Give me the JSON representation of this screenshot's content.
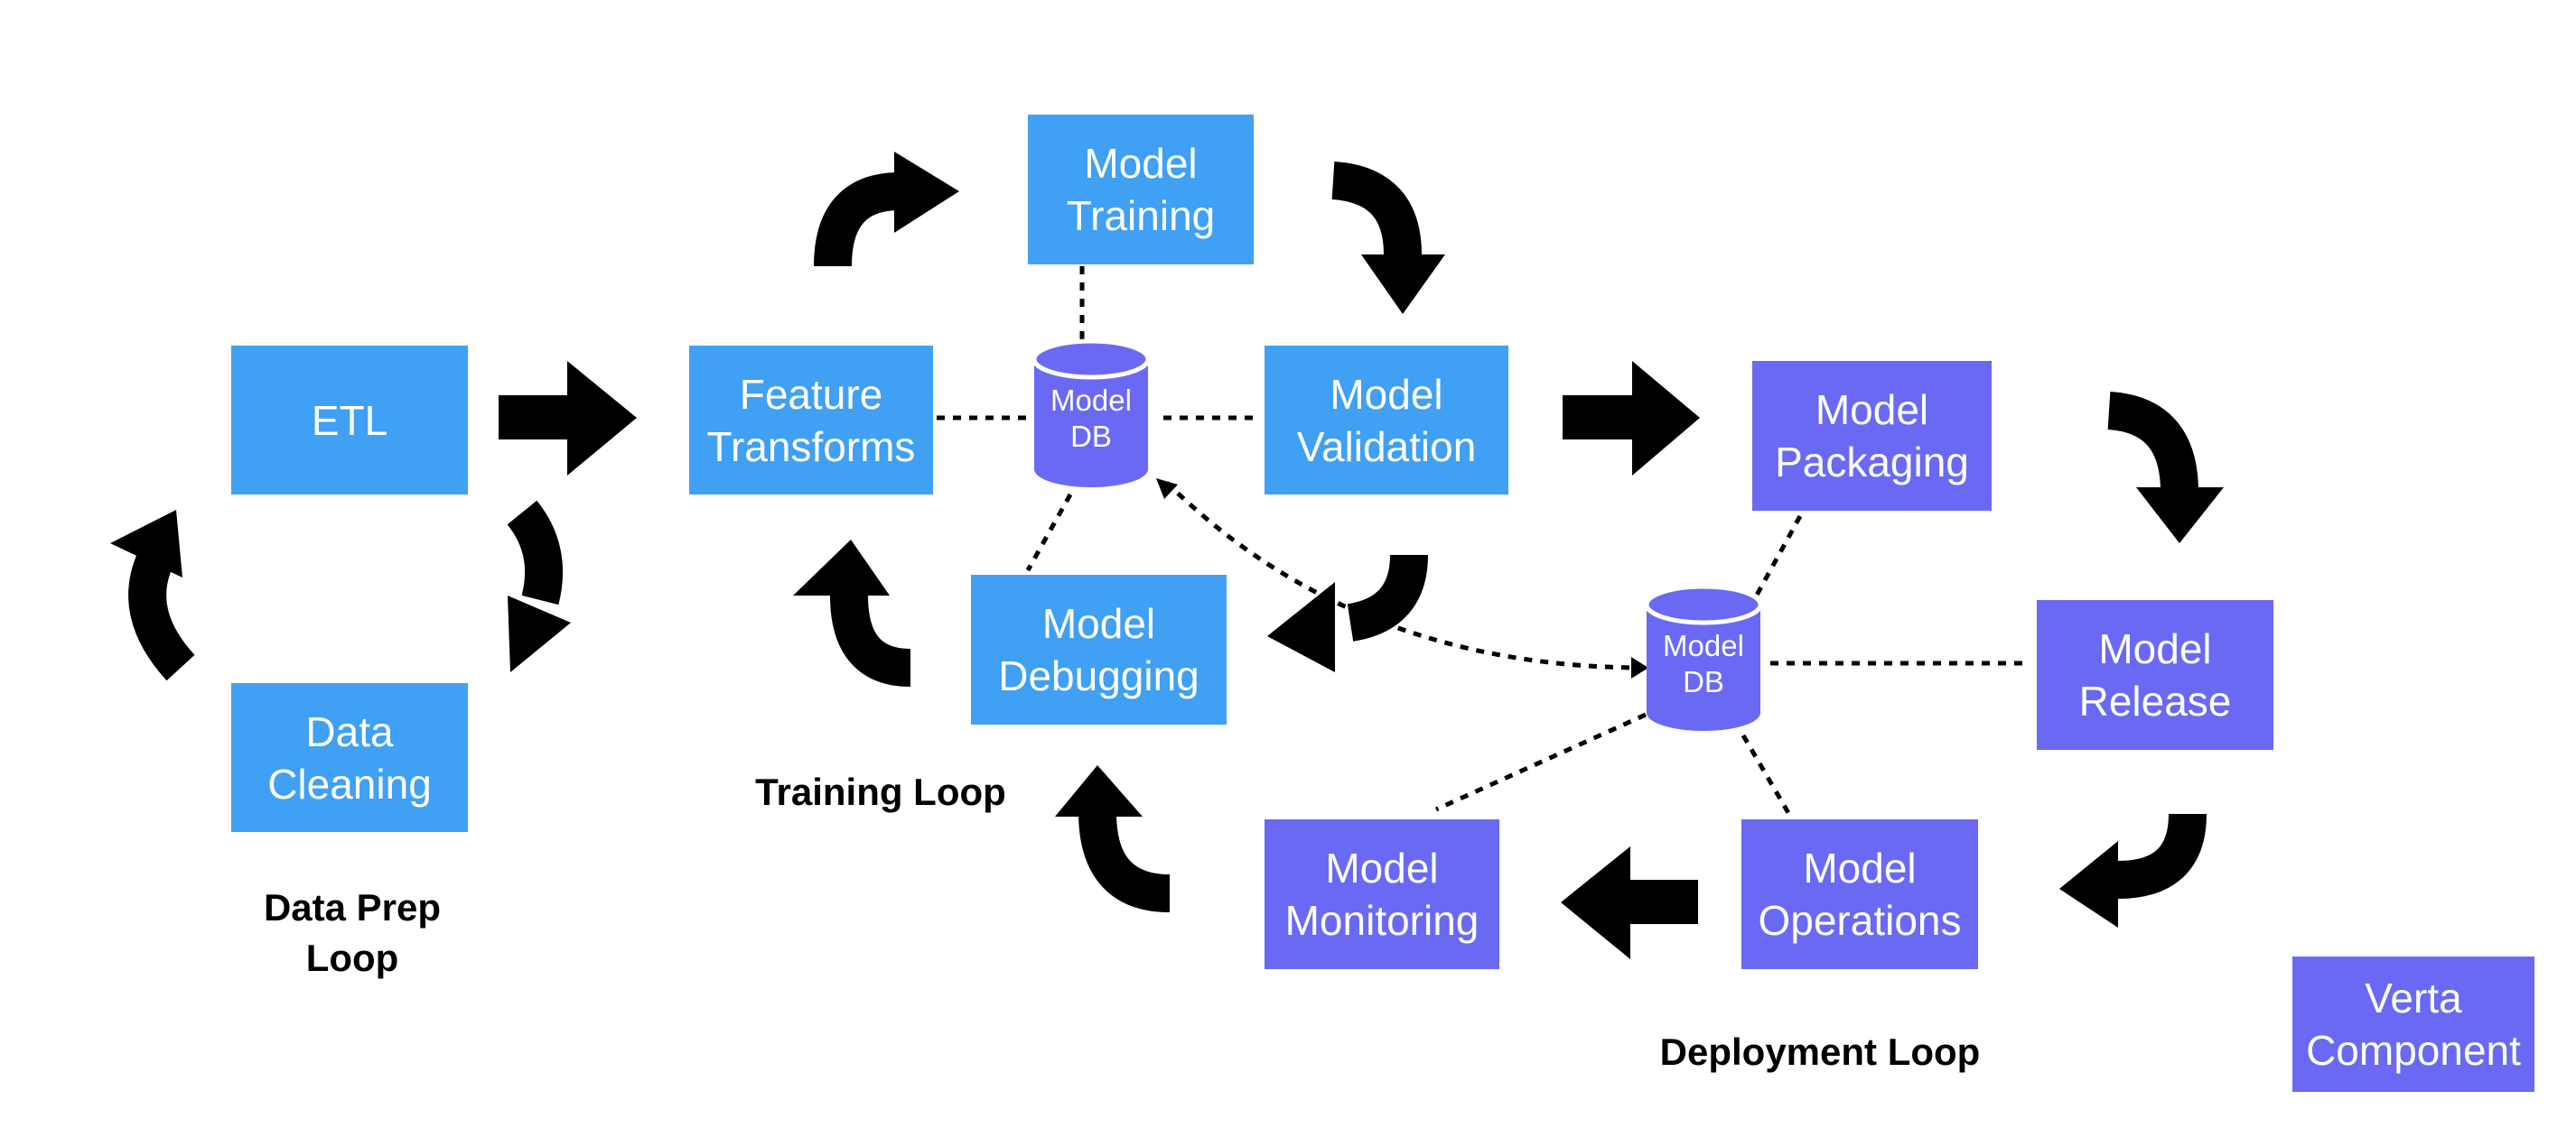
{
  "colors": {
    "blue": "#3fa0f4",
    "purple": "#6a69f4",
    "arrow": "#000000",
    "text": "#ffffff"
  },
  "boxes": {
    "etl": "ETL",
    "data_cleaning": "Data\nCleaning",
    "feature_transforms": "Feature\nTransforms",
    "model_training": "Model\nTraining",
    "model_validation": "Model\nValidation",
    "model_debugging": "Model\nDebugging",
    "model_packaging": "Model\nPackaging",
    "model_release": "Model\nRelease",
    "model_operations": "Model\nOperations",
    "model_monitoring": "Model\nMonitoring",
    "verta_component": "Verta\nComponent"
  },
  "databases": {
    "training_db_line1": "Model",
    "training_db_line2": "DB",
    "deployment_db_line1": "Model",
    "deployment_db_line2": "DB"
  },
  "loops": {
    "data_prep": "Data Prep\nLoop",
    "training": "Training Loop",
    "deployment": "Deployment Loop"
  },
  "icons": {
    "straight_arrow": "right-arrow-icon",
    "curved_arrow": "curved-arrow-icon",
    "cylinder": "database-cylinder-icon"
  }
}
